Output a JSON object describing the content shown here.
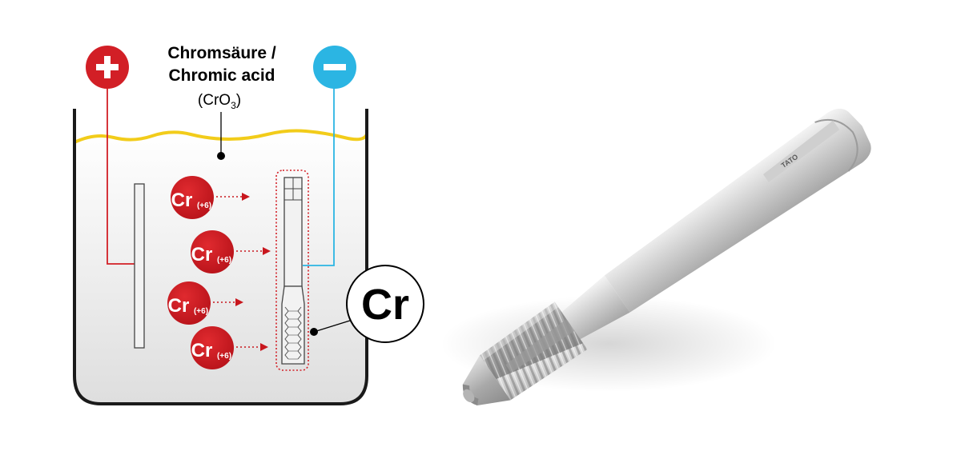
{
  "diagram": {
    "acid_label_de": "Chromsäure /",
    "acid_label_en": "Chromic acid",
    "formula_main": "(CrO",
    "formula_sub": "3",
    "formula_close": ")",
    "anode_symbol": "+",
    "cathode_symbol": "−",
    "ion_symbol": "Cr",
    "ion_charge": "(+6)",
    "ion_count": 4,
    "deposit_label": "Cr"
  },
  "colors": {
    "anode": "#d21f26",
    "cathode": "#2bb5e3",
    "ion": "#c8161d",
    "liquid_surface": "#f2cc1a",
    "tank_outline": "#1a1a1a"
  },
  "photo": {
    "subject": "tap-tool-icon",
    "marking": "TATO"
  }
}
